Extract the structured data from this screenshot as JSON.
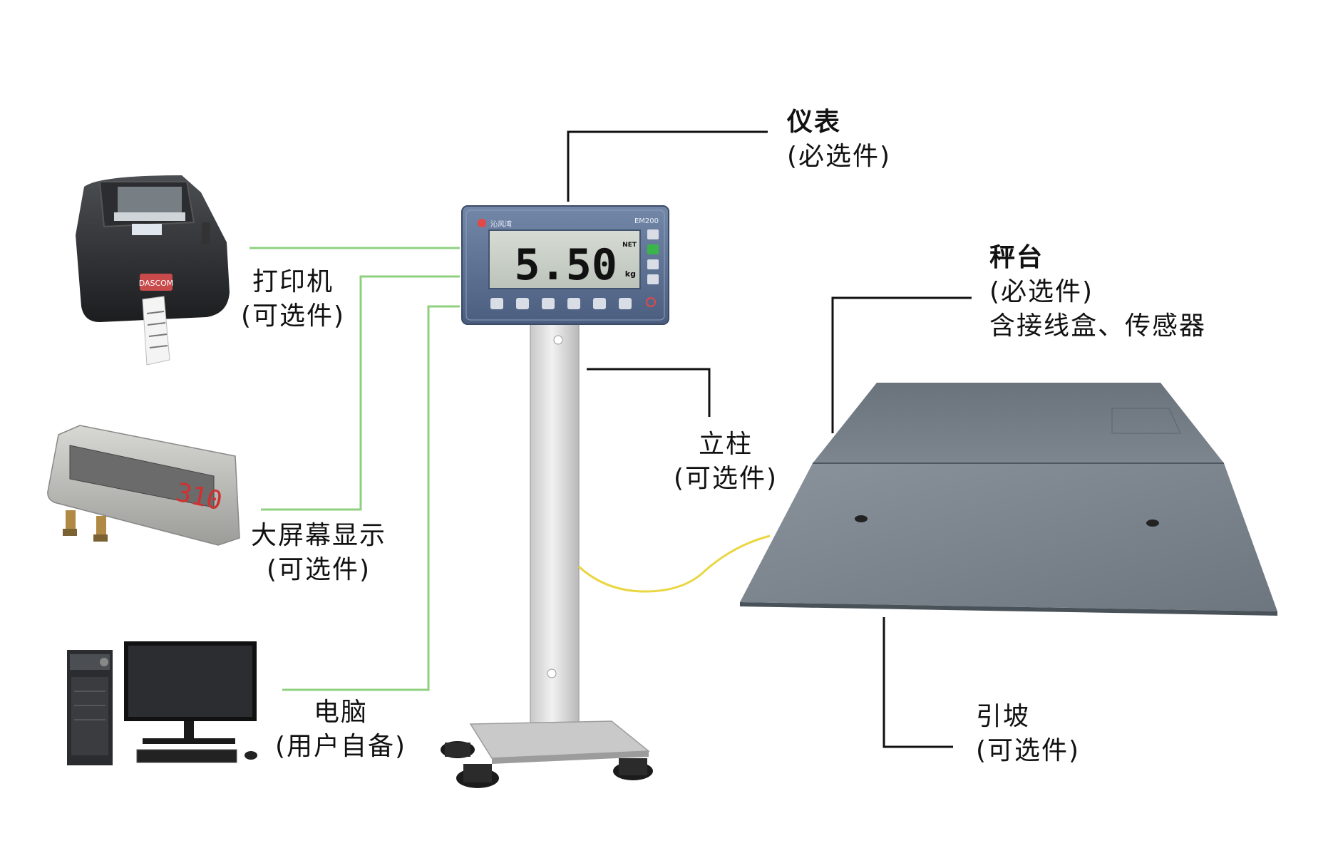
{
  "components": {
    "indicator": {
      "title": "仪表",
      "note": "(必选件)"
    },
    "platform": {
      "title": "秤台",
      "note": "(必选件)",
      "detail": "含接线盒、传感器"
    },
    "column": {
      "title": "立柱",
      "note": "(可选件)"
    },
    "ramp": {
      "title": "引坡",
      "note": "(可选件)"
    },
    "printer": {
      "title": "打印机",
      "note": "(可选件)"
    },
    "big_display": {
      "title": "大屏幕显示",
      "note": "(可选件)"
    },
    "computer": {
      "title": "电脑",
      "note": "(用户自备)"
    }
  },
  "indicator_device": {
    "brand": "沁风湾",
    "model": "EM200",
    "reading": "5.50",
    "unit": "kg",
    "net_tag": "NET"
  },
  "big_display_device": {
    "reading": "310"
  },
  "printer_device": {
    "brand_tag": "DASCOM"
  },
  "colors": {
    "connector_green": "#8fd07f",
    "leader_black": "#111111",
    "cable_yellow": "#e9d640",
    "platform_gray": "#727b84",
    "indicator_blue": "#5b6f93"
  }
}
